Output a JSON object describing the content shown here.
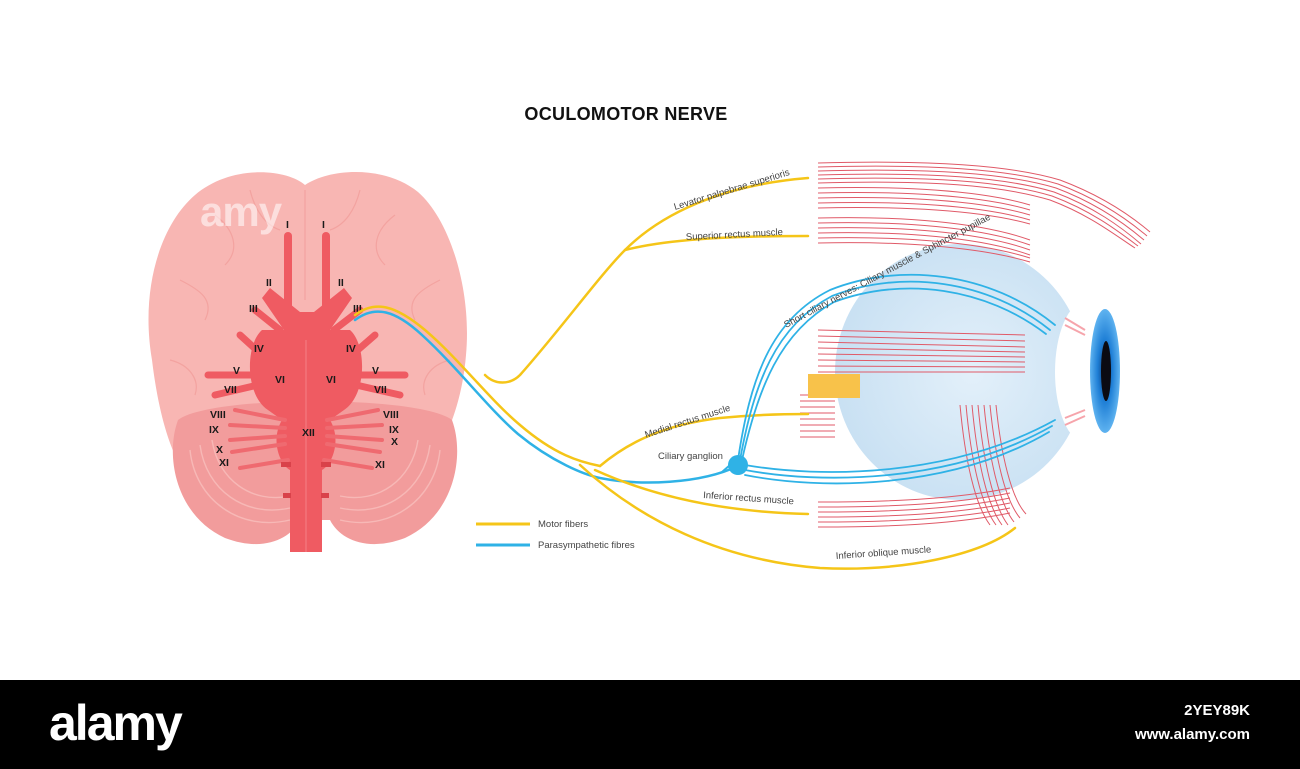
{
  "title": "OCULOMOTOR NERVE",
  "watermark": "amy",
  "cranial_nerves": {
    "left_I": "I",
    "right_I": "I",
    "left_II": "II",
    "right_II": "II",
    "left_III": "III",
    "right_III": "III",
    "left_IV": "IV",
    "right_IV": "IV",
    "left_V": "V",
    "right_V": "V",
    "left_VI": "VI",
    "right_VI": "VI",
    "left_VII": "VII",
    "right_VII": "VII",
    "left_VIII": "VIII",
    "right_VIII": "VIII",
    "left_IX": "IX",
    "right_IX": "IX",
    "left_X": "X",
    "right_X": "X",
    "left_XI": "XI",
    "right_XI": "XI",
    "XII": "XII"
  },
  "labels": {
    "levator": "Levator palpebrae superioris",
    "superior_rectus": "Superior rectus muscle",
    "short_ciliary": "Short ciliary nerves: Ciliary muscle & Sphincter pupillae",
    "medial_rectus": "Medial rectus muscle",
    "ciliary_ganglion": "Ciliary ganglion",
    "inferior_rectus": "Inferior rectus muscle",
    "inferior_oblique": "Inferior oblique muscle"
  },
  "legend": {
    "motor": "Motor fibers",
    "parasympathetic": "Parasympathetic fibres"
  },
  "colors": {
    "motor": "#f5c518",
    "parasympathetic": "#2fb2e6",
    "brain": "#f7b3b0",
    "brainstem": "#ef5b62",
    "muscle": "#d9485a",
    "eye_ball": "#cfe5f5",
    "iris": "#1f7fd6"
  },
  "footer": {
    "brand": "alamy",
    "image_id": "2YEY89K",
    "site": "www.alamy.com"
  }
}
